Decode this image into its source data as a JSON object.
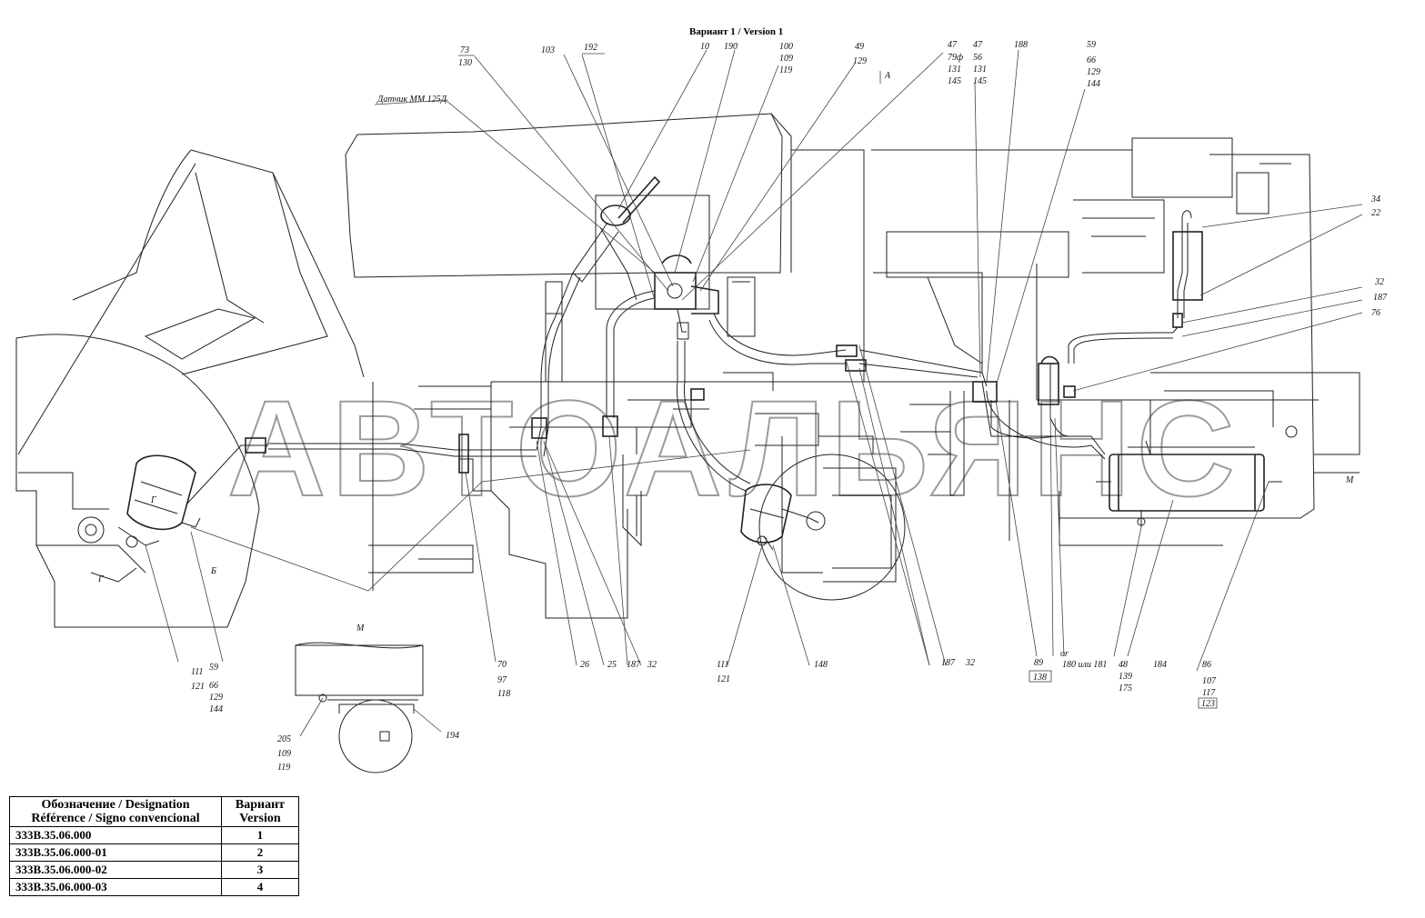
{
  "title": "Вариант 1 / Version 1",
  "watermark": "АВТОАЛЬЯНС",
  "callouts": {
    "c73": "73",
    "c130a": "130",
    "c103": "103",
    "c192": "192",
    "c10": "10",
    "c190": "190",
    "c100": "100",
    "c109": "109",
    "c119": "119",
    "c49": "49",
    "c129": "129",
    "c47a": "47",
    "c79f": "79ф",
    "c131a": "131",
    "c145a": "145",
    "c47b": "47",
    "c56": "56",
    "c131b": "131",
    "c145b": "145",
    "c188": "188",
    "c59": "59",
    "c66": "66",
    "c129b": "129",
    "c144": "144",
    "sensor": "Датчик ММ 125Д",
    "viewA": "А",
    "c34": "34",
    "c22": "22",
    "c32r": "32",
    "c187r": "187",
    "c76": "76",
    "viewB": "Б",
    "viewM": "М",
    "viewM2": "М",
    "g1": "Г",
    "g2": "Г",
    "b111": "111",
    "b121": "121",
    "b59": "59",
    "b66": "66",
    "b129": "129",
    "b144": "144",
    "b70": "70",
    "b97": "97",
    "b118": "118",
    "b26": "26",
    "b25": "25",
    "b187a": "187",
    "b32a": "32",
    "b111b": "111",
    "b121b": "121",
    "b148": "148",
    "b187b": "187",
    "b32b": "32",
    "b89": "89",
    "b138": "138",
    "bor": "or",
    "b180": "180 или 181",
    "b48": "48",
    "b139": "139",
    "b175": "175",
    "b184": "184",
    "b86": "86",
    "b107": "107",
    "b117": "117",
    "b123": "123",
    "b205": "205",
    "b109": "109",
    "b119": "119",
    "b194": "194"
  },
  "legend": {
    "header_designation": "Обозначение / Designation Référence / Signo convencional",
    "header_version": "Вариант Version",
    "rows": [
      {
        "designation": "333B.35.06.000",
        "version": "1"
      },
      {
        "designation": "333B.35.06.000-01",
        "version": "2"
      },
      {
        "designation": "333B.35.06.000-02",
        "version": "3"
      },
      {
        "designation": "333B.35.06.000-03",
        "version": "4"
      }
    ]
  }
}
